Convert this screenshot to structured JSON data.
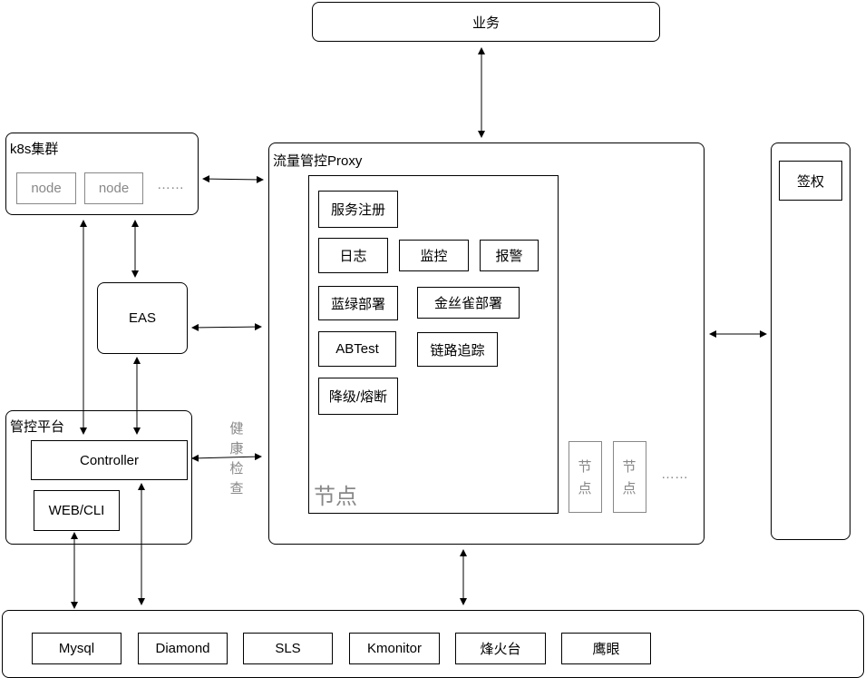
{
  "top": {
    "business": "业务"
  },
  "k8s": {
    "title": "k8s集群",
    "nodes": [
      "node",
      "node"
    ],
    "ellipsis": "……"
  },
  "eas": {
    "label": "EAS"
  },
  "mgmt": {
    "title": "管控平台",
    "controller": "Controller",
    "webcli": "WEB/CLI"
  },
  "health_check": [
    "健",
    "康",
    "检",
    "查"
  ],
  "proxy": {
    "title": "流量管控Proxy",
    "features": {
      "service_register": "服务注册",
      "logging": "日志",
      "monitoring": "监控",
      "alerting": "报警",
      "blue_green": "蓝绿部署",
      "canary": "金丝雀部署",
      "abtest": "ABTest",
      "tracing": "链路追踪",
      "degrade": "降级/熔断"
    },
    "node_label": "节点",
    "small_nodes": [
      [
        "节",
        "点"
      ],
      [
        "节",
        "点"
      ]
    ],
    "ellipsis": "……"
  },
  "auth": {
    "label": "签权"
  },
  "bottom": {
    "items": [
      "Mysql",
      "Diamond",
      "SLS",
      "Kmonitor",
      "烽火台",
      "鹰眼"
    ]
  }
}
